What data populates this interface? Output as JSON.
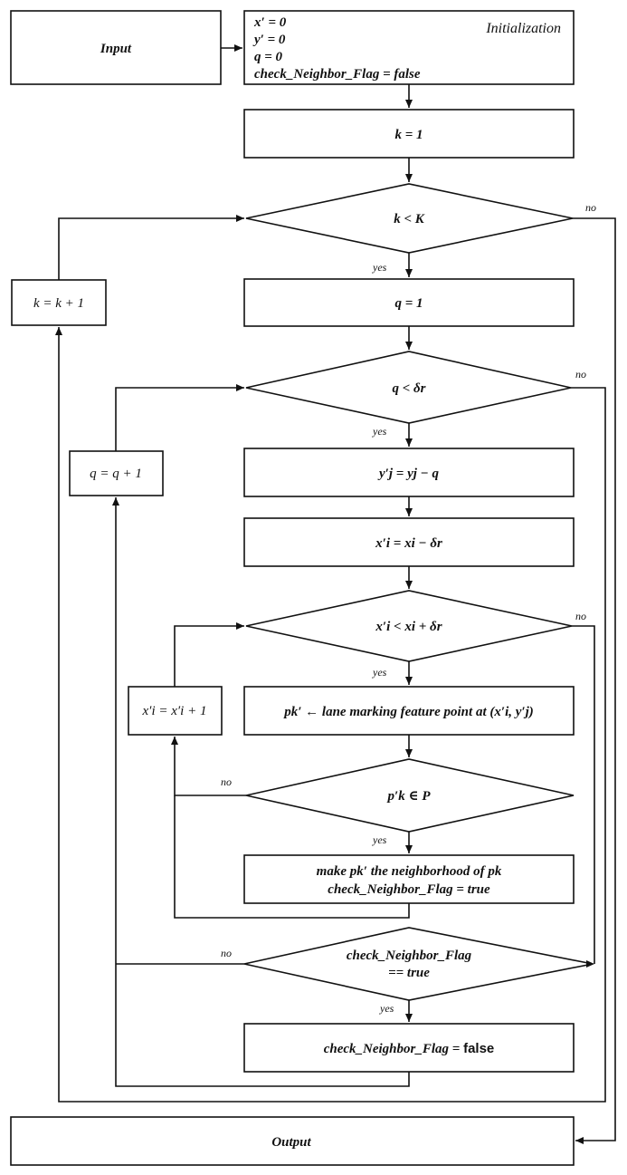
{
  "nodes": {
    "input": "Input",
    "init_tag": "Initialization",
    "init_lines": [
      "x′ = 0",
      "y′ = 0",
      "q = 0",
      "check_Neighbor_Flag = false"
    ],
    "k_init": "k = 1",
    "k_cond": "k < K",
    "q_init": "q = 1",
    "k_inc": "k = k + 1",
    "q_cond": "q < δr",
    "q_inc": "q = q + 1",
    "yj_assign": "y′j = yj − q",
    "xi_assign": "x′i = xi − δr",
    "xi_cond": "x′i < xi + δr",
    "xi_inc": "x′i = x′i + 1",
    "pk_assign": "pk′ ← lane marking feature point at (x′i, y′j)",
    "pk_cond": "p′k ∈ P",
    "make_nb_line1": "make pk′ the neighborhood of pk",
    "make_nb_line2": "check_Neighbor_Flag = true",
    "flag_cond_line1": "check_Neighbor_Flag",
    "flag_cond_line2": "== true",
    "flag_reset_prefix": "check_Neighbor_Flag = ",
    "flag_reset_value": "false",
    "output": "Output"
  },
  "edge_labels": {
    "yes": "yes",
    "no": "no"
  }
}
